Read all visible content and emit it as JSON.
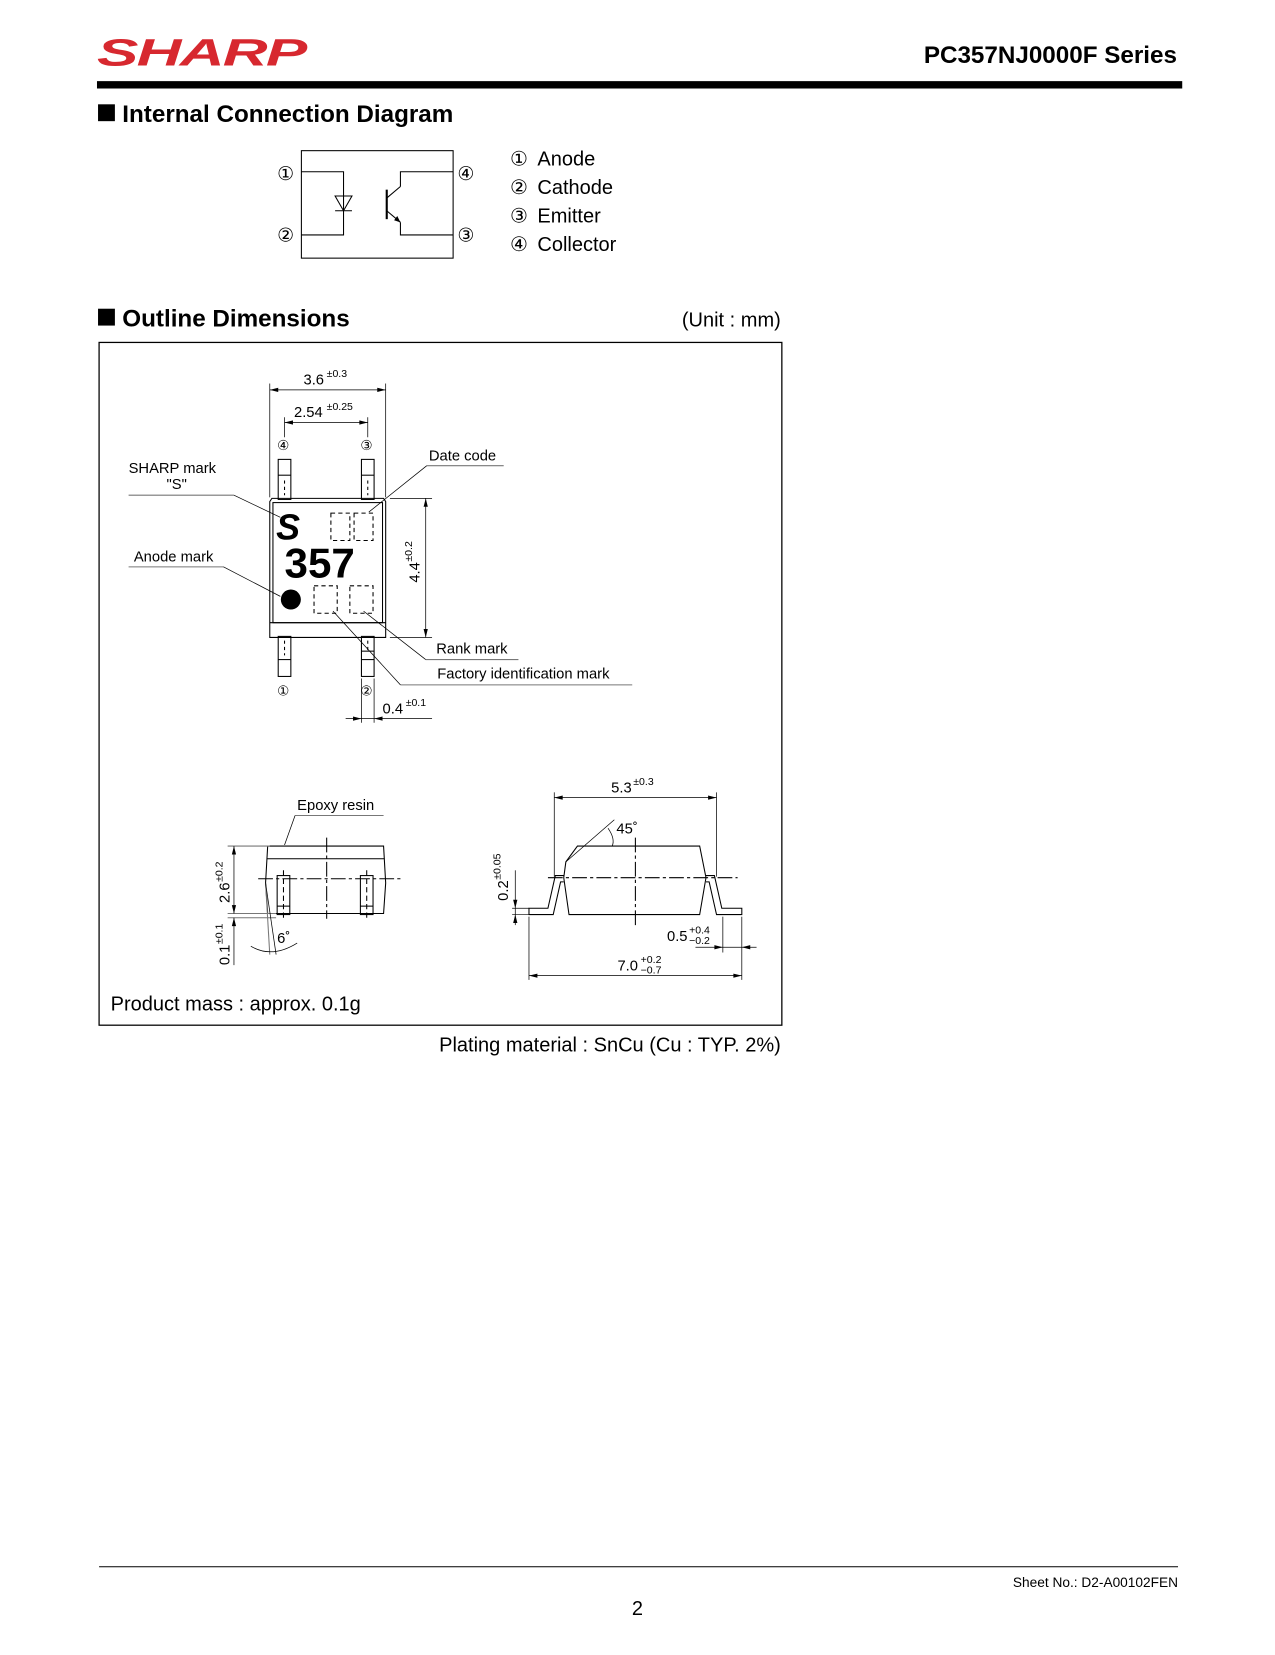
{
  "header": {
    "brand": "SHARP",
    "brand_color": "#d7282f",
    "series_title": "PC357NJ0000F Series"
  },
  "internal_connection": {
    "heading": "Internal Connection Diagram",
    "pin_labels_diagram": [
      "①",
      "②",
      "③",
      "④"
    ],
    "pins": [
      {
        "num": "①",
        "name": "Anode"
      },
      {
        "num": "②",
        "name": "Cathode"
      },
      {
        "num": "③",
        "name": "Emitter"
      },
      {
        "num": "④",
        "name": "Collector"
      }
    ]
  },
  "outline": {
    "heading": "Outline Dimensions",
    "unit": "(Unit : mm)",
    "top_view": {
      "width_outer": "3.6",
      "width_outer_tol": "±0.3",
      "pitch": "2.54",
      "pitch_tol": "±0.25",
      "height": "4.4",
      "height_tol": "±0.2",
      "lead_width": "0.4",
      "lead_width_tol": "±0.1",
      "marking_text": "357",
      "sharp_s": "S",
      "pin_top_left": "④",
      "pin_top_right": "③",
      "pin_bottom_left": "①",
      "pin_bottom_right": "②",
      "labels": {
        "sharp_mark_line1": "SHARP mark",
        "sharp_mark_line2": "\"S\"",
        "anode_mark": "Anode mark",
        "date_code": "Date code",
        "rank_mark": "Rank mark",
        "factory_id": "Factory identification mark"
      }
    },
    "side_view": {
      "epoxy_label": "Epoxy resin",
      "height": "2.6",
      "height_tol": "±0.2",
      "standoff": "0.1",
      "standoff_tol": "±0.1",
      "angle": "6˚"
    },
    "front_view": {
      "body_width": "5.3",
      "body_width_tol": "±0.3",
      "chamfer": "45˚",
      "lead_thickness": "0.2",
      "lead_thickness_tol": "±0.05",
      "lead_length": "0.5",
      "lead_length_tol_plus": "+0.4",
      "lead_length_tol_minus": "−0.2",
      "overall_width": "7.0",
      "overall_width_tol_plus": "+0.2",
      "overall_width_tol_minus": "−0.7"
    },
    "product_mass": "Product mass : approx. 0.1g",
    "plating": "Plating material : SnCu (Cu : TYP. 2%)"
  },
  "footer": {
    "sheet_no": "Sheet No.: D2-A00102FEN",
    "page_number": "2"
  }
}
